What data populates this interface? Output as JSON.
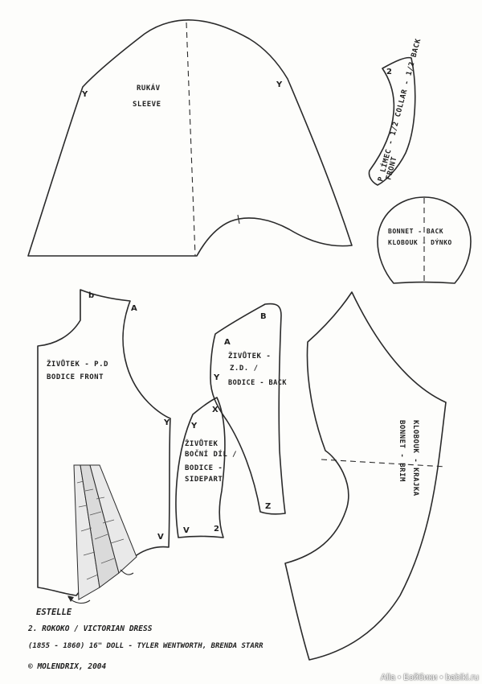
{
  "sleeve": {
    "label_line1": "RUKÁV",
    "label_line2": "SLEEVE",
    "mark_left": "Y",
    "mark_right": "Y"
  },
  "collar": {
    "mark_top": "2",
    "label_line1": "P LÍMEC - 1/2 COLLAR - 1/2 BACK",
    "label_line2": "FRONT"
  },
  "bonnet_back": {
    "line1": "BONNET - BACK",
    "line2": "KLOBOUK - DÝNKO"
  },
  "bodice_front": {
    "mark_b": "b",
    "mark_a": "A",
    "label_line1": "ŽIVŮTEK - P.D",
    "label_line2": "BODICE FRONT",
    "mark_y": "Y",
    "mark_v": "V"
  },
  "bodice_side": {
    "mark_y": "Y",
    "mark_x": "X",
    "line1": "ŽIVŮTEK",
    "line2": "BOČNÍ DÍL /",
    "line3": "BODICE -",
    "line4": "SIDEPART",
    "mark_v": "V",
    "mark_z": "2"
  },
  "bodice_back": {
    "mark_b": "B",
    "mark_a": "A",
    "line1": "ŽIVŮTEK -",
    "line2": "Z.D. /",
    "line3": "BODICE - BACK",
    "mark_y": "Y",
    "mark_z": "Z"
  },
  "bonnet_brim": {
    "line1": "KLOBOUK - KRAJKA",
    "line2": "BONNET - BRIM"
  },
  "caption": {
    "line1": "ESTELLE",
    "line2": "2. ROKOKO / VICTORIAN DRESS",
    "line3": "(1855 - 1860)   16\" DOLL  - TYLER WENTWORTH, BRENDA STARR",
    "line4": "© MOLENDRIX, 2004"
  },
  "watermark": "Alla • Бэйбики • babiki.ru"
}
